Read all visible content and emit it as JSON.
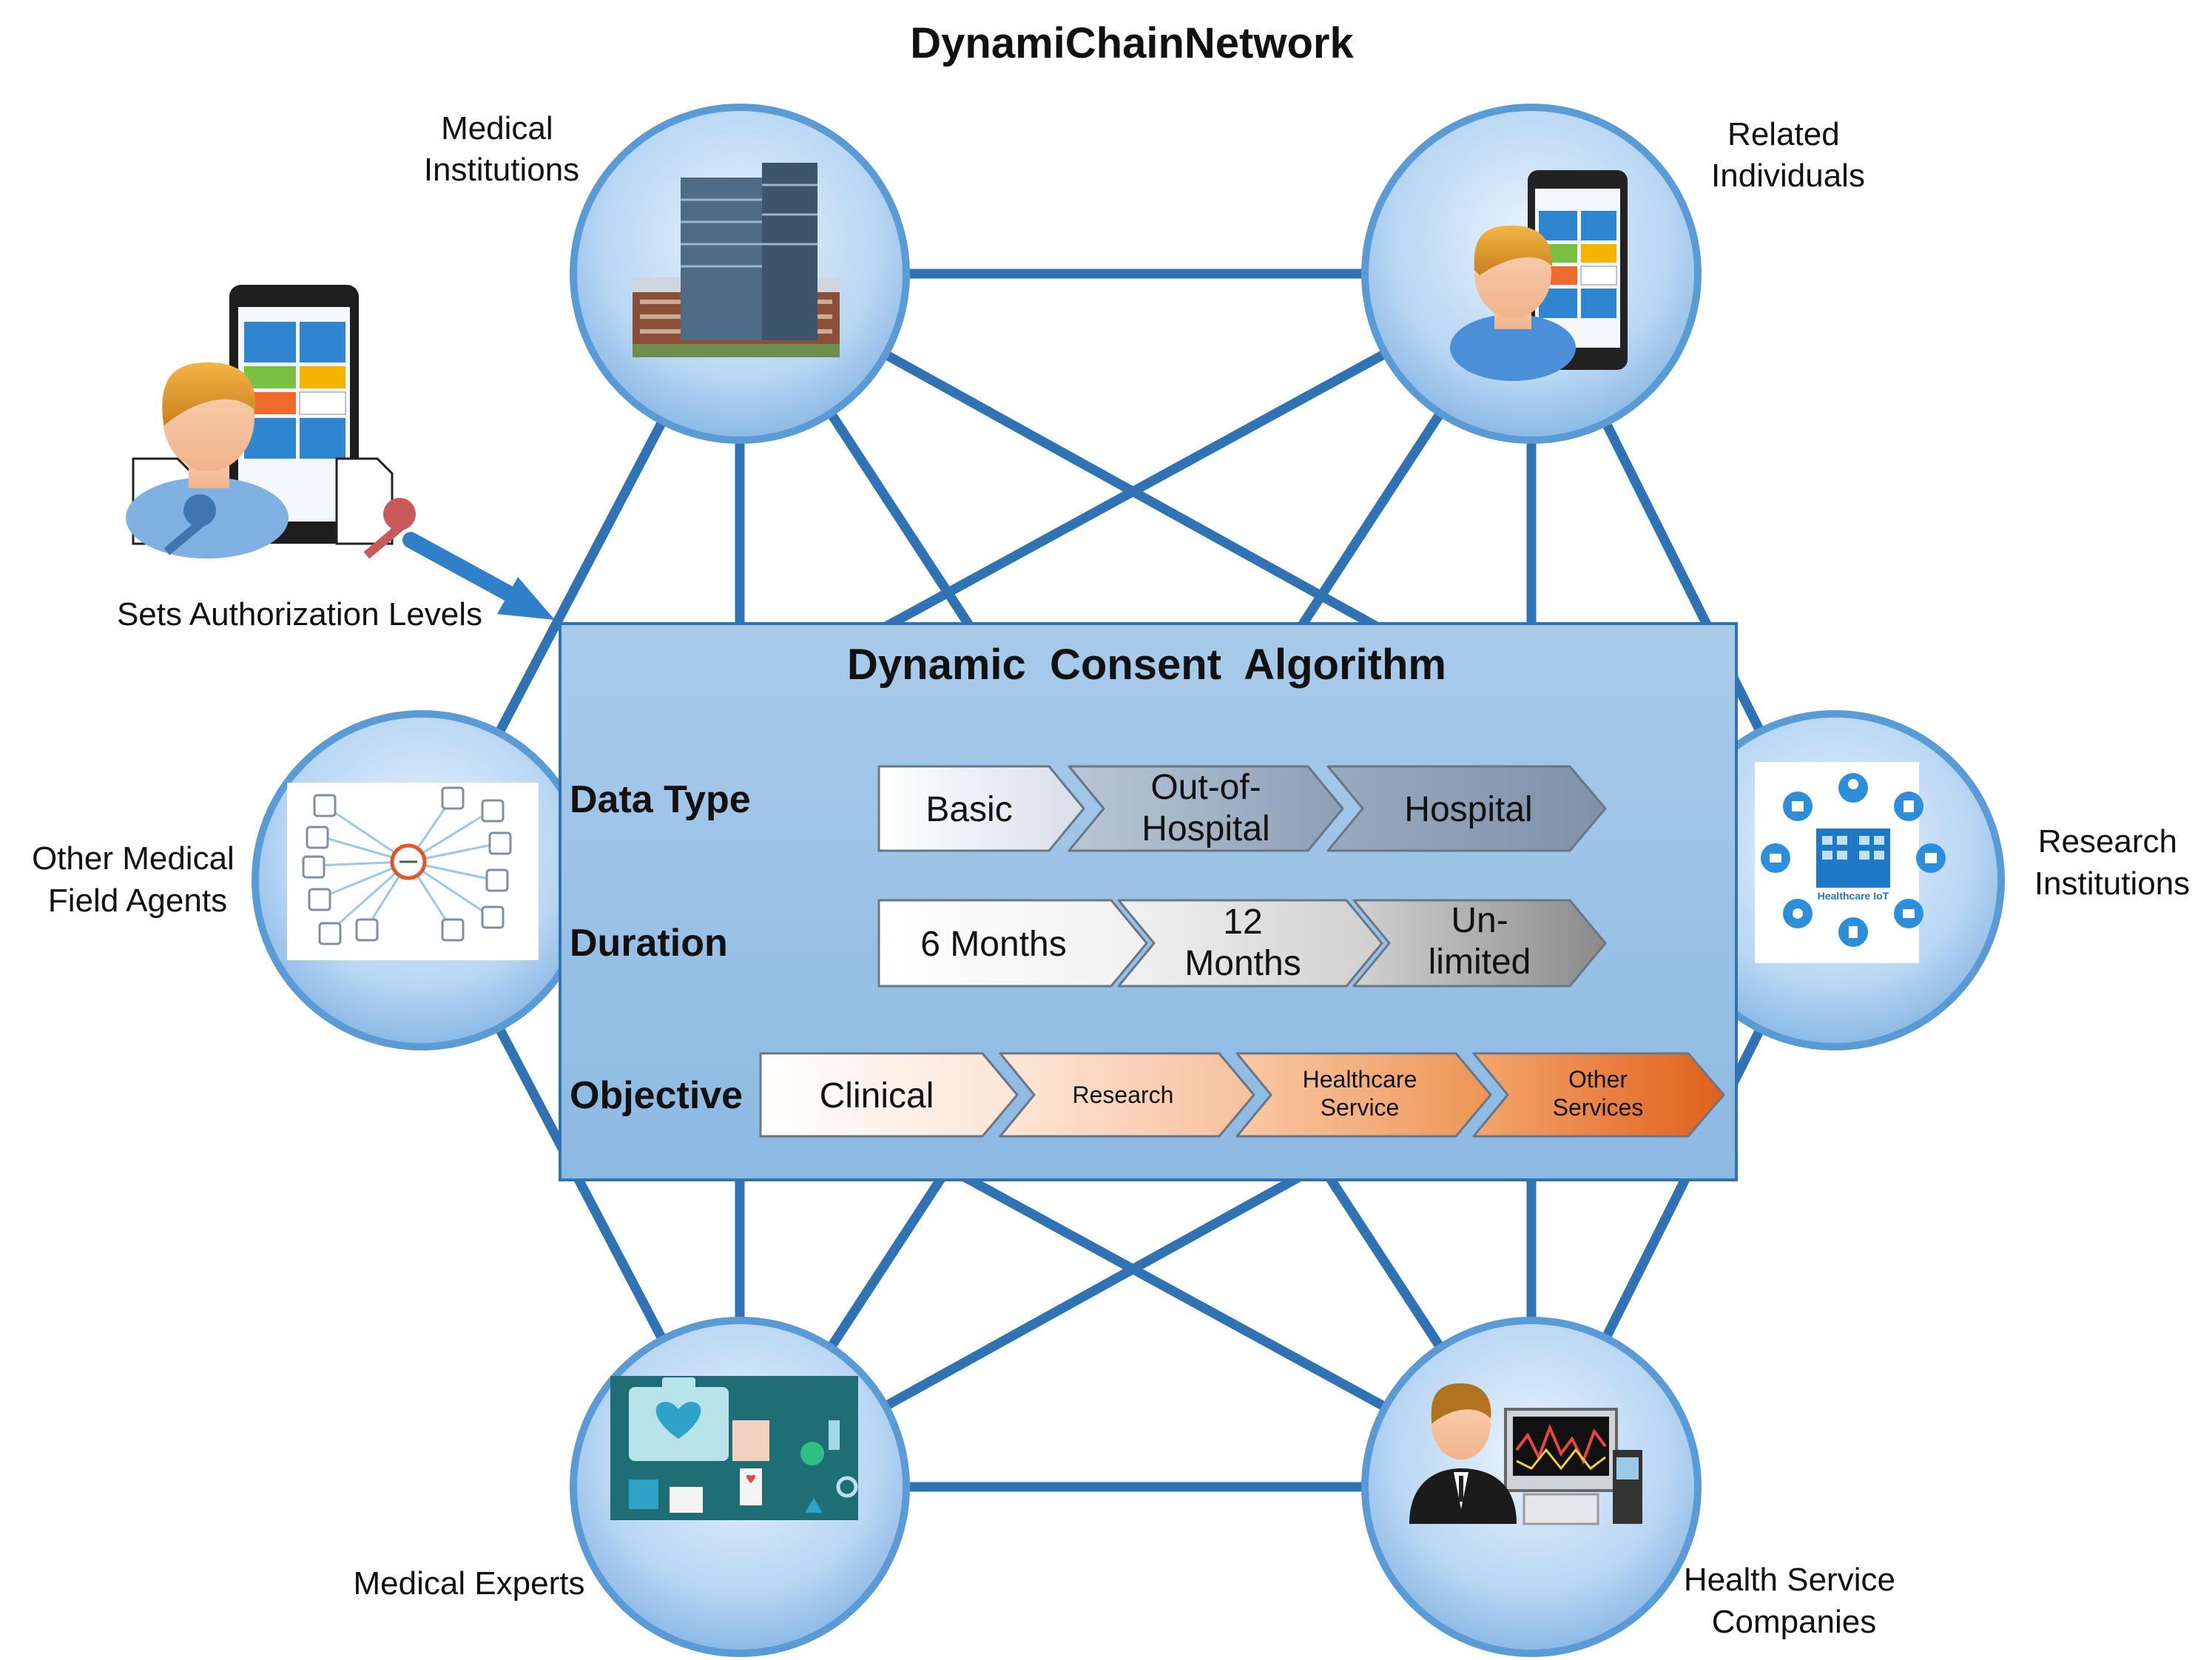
{
  "title": "DynamiChainNetwork",
  "nodes": {
    "medical_institutions": [
      "Medical",
      "Institutions"
    ],
    "related_individuals": [
      "Related",
      "Individuals"
    ],
    "other_medical_field_agents": [
      "Other Medical",
      "Field Agents"
    ],
    "research_institutions": [
      "Research",
      "Institutions"
    ],
    "medical_experts": [
      "Medical Experts"
    ],
    "health_service_companies": [
      "Health Service",
      "Companies"
    ]
  },
  "user": {
    "label": "Sets Authorization Levels"
  },
  "algorithm": {
    "title": "Dynamic  Consent  Algorithm",
    "rows": [
      {
        "label": "Data Type",
        "steps": [
          [
            "Basic"
          ],
          [
            "Out-of-",
            "Hospital"
          ],
          [
            "Hospital"
          ]
        ]
      },
      {
        "label": "Duration",
        "steps": [
          [
            "6 Months"
          ],
          [
            "12",
            "Months"
          ],
          [
            "Un-",
            "limited"
          ]
        ]
      },
      {
        "label": "Objective",
        "steps": [
          [
            "Clinical"
          ],
          [
            "Research"
          ],
          [
            "Healthcare",
            "Service"
          ],
          [
            "Other",
            "Services"
          ]
        ]
      }
    ]
  },
  "icon_image": {
    "research": "Healthcare IoT"
  },
  "colors": {
    "edge": "#2f73b5",
    "node_ring": "#5b9bd5",
    "panel": "#9cc3e6",
    "panel_border": "#2f73b5",
    "objective_end": "#e0601a"
  }
}
